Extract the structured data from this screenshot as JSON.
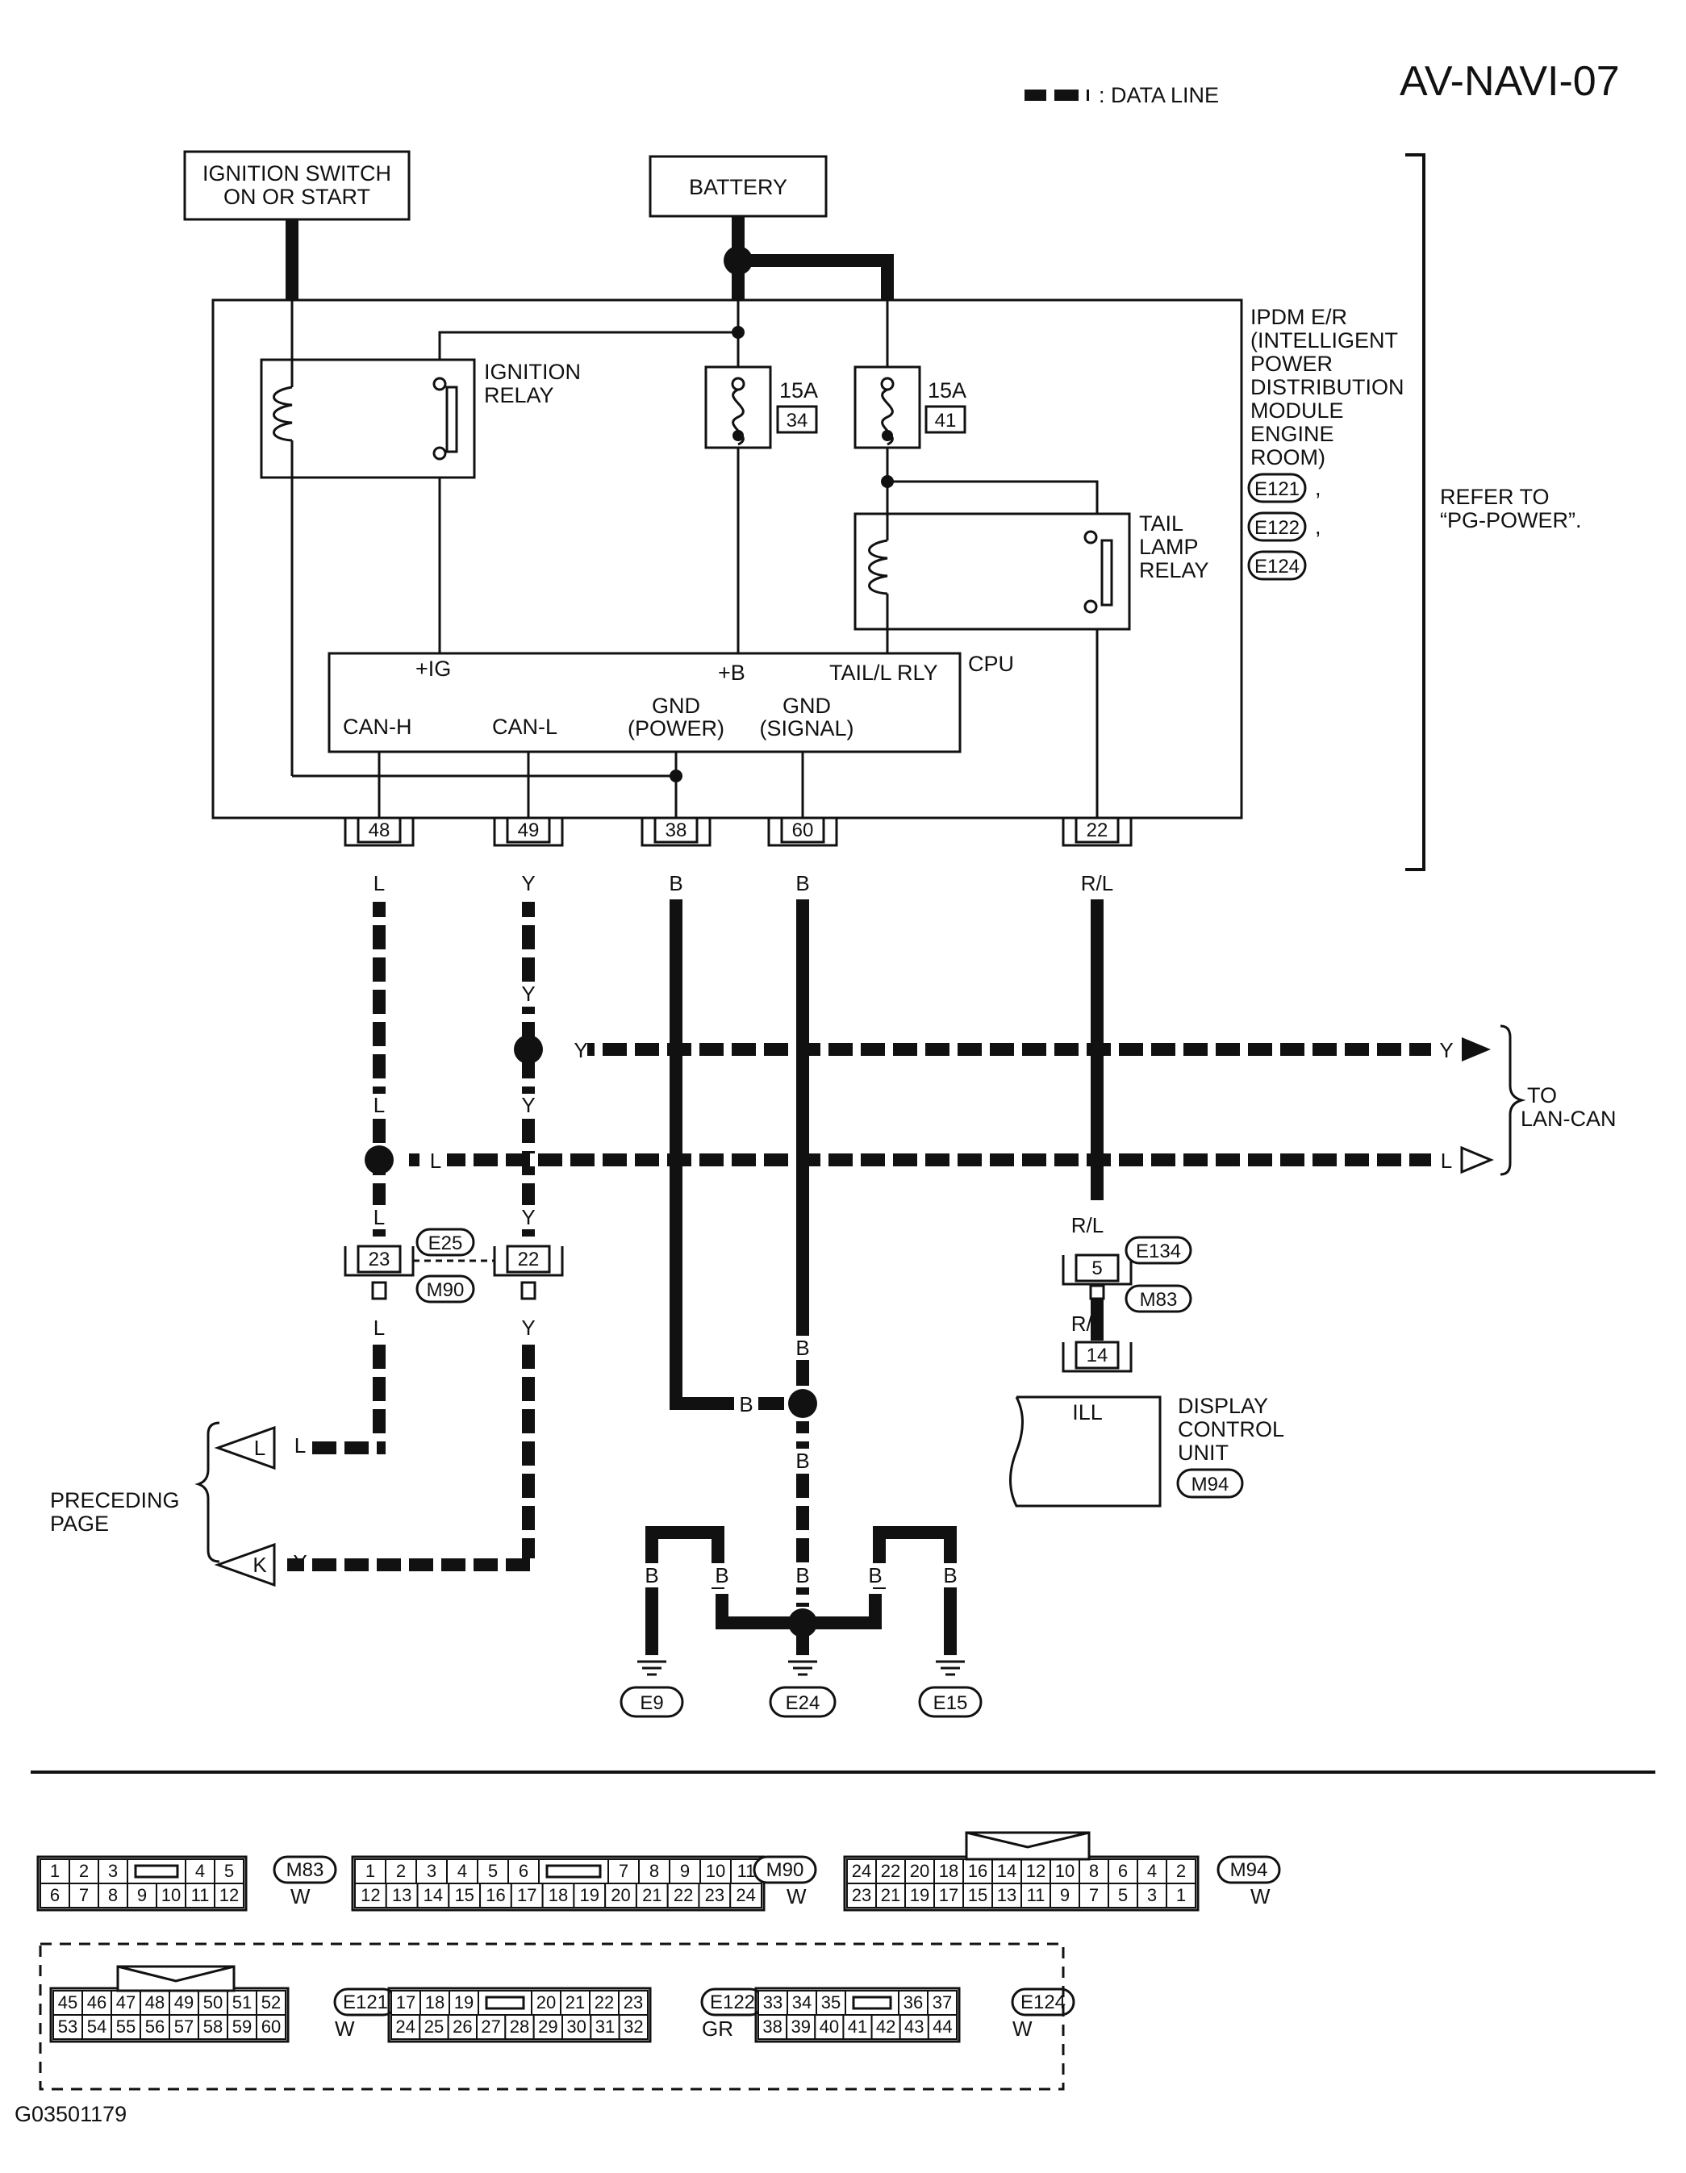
{
  "page_id": "AV-NAVI-07",
  "figure_code": "G03501179",
  "legend": {
    "data_line": ": DATA LINE"
  },
  "ignition_switch": [
    "IGNITION SWITCH",
    "ON OR START"
  ],
  "battery": "BATTERY",
  "ignition_relay": [
    "IGNITION",
    "RELAY"
  ],
  "fuse_34": {
    "amp": "15A",
    "num": "34"
  },
  "fuse_41": {
    "amp": "15A",
    "num": "41"
  },
  "tail_lamp_relay": [
    "TAIL",
    "LAMP",
    "RELAY"
  ],
  "ipdm": {
    "lines": [
      "IPDM E/R",
      "(INTELLIGENT",
      "POWER",
      "DISTRIBUTION",
      "MODULE",
      "ENGINE",
      "ROOM)"
    ],
    "connectors": [
      "E121",
      "E122",
      "E124"
    ],
    "sep": ","
  },
  "refer_to": [
    "REFER TO",
    "“PG-POWER”."
  ],
  "cpu": {
    "title": "CPU",
    "ig": "+IG",
    "b": "+B",
    "tail": "TAIL/L RLY",
    "can_h": "CAN-H",
    "can_l": "CAN-L",
    "gnd_power": [
      "GND",
      "(POWER)"
    ],
    "gnd_signal": [
      "GND",
      "(SIGNAL)"
    ]
  },
  "terminals": {
    "t48": "48",
    "t49": "49",
    "t38": "38",
    "t60": "60",
    "t22": "22"
  },
  "wire_colors": {
    "l": "L",
    "y": "Y",
    "b": "B",
    "rl": "R/L"
  },
  "to_lan_can": [
    "TO",
    "LAN-CAN"
  ],
  "joint_connector": {
    "pin23": "23",
    "pin22": "22",
    "e": "E25",
    "m": "M90"
  },
  "inline_connector": {
    "pin": "5",
    "e": "E134",
    "m": "M83"
  },
  "display_control_unit": {
    "pin": "14",
    "terminal": "ILL",
    "lines": [
      "DISPLAY",
      "CONTROL",
      "UNIT"
    ],
    "connector": "M94"
  },
  "preceding_page": {
    "lines": [
      "PRECEDING",
      "PAGE"
    ],
    "L": "L",
    "K": "K"
  },
  "grounds": [
    "E9",
    "E24",
    "E15"
  ],
  "connector_faces": {
    "M83": {
      "color": "W",
      "top": [
        "1",
        "2",
        "3",
        "",
        "4",
        "5"
      ],
      "bottom": [
        "6",
        "7",
        "8",
        "9",
        "10",
        "11",
        "12"
      ]
    },
    "M90": {
      "color": "W",
      "top": [
        "1",
        "2",
        "3",
        "4",
        "5",
        "6",
        "",
        "7",
        "8",
        "9",
        "10",
        "11"
      ],
      "bottom": [
        "12",
        "13",
        "14",
        "15",
        "16",
        "17",
        "18",
        "19",
        "20",
        "21",
        "22",
        "23",
        "24"
      ]
    },
    "M94": {
      "color": "W",
      "top": [
        "24",
        "22",
        "20",
        "18",
        "16",
        "14",
        "12",
        "10",
        "8",
        "6",
        "4",
        "2"
      ],
      "bottom": [
        "23",
        "21",
        "19",
        "17",
        "15",
        "13",
        "11",
        "9",
        "7",
        "5",
        "3",
        "1"
      ]
    },
    "E121": {
      "color": "W",
      "top": [
        "45",
        "46",
        "47",
        "48",
        "49",
        "50",
        "51",
        "52"
      ],
      "bottom": [
        "53",
        "54",
        "55",
        "56",
        "57",
        "58",
        "59",
        "60"
      ]
    },
    "E122": {
      "color": "GR",
      "top": [
        "17",
        "18",
        "19",
        "",
        "20",
        "21",
        "22",
        "23"
      ],
      "bottom": [
        "24",
        "25",
        "26",
        "27",
        "28",
        "29",
        "30",
        "31",
        "32"
      ]
    },
    "E124": {
      "color": "W",
      "top": [
        "33",
        "34",
        "35",
        "",
        "36",
        "37"
      ],
      "bottom": [
        "38",
        "39",
        "40",
        "41",
        "42",
        "43",
        "44"
      ]
    }
  },
  "colors": {
    "ink": "#111111",
    "paper": "#ffffff"
  }
}
